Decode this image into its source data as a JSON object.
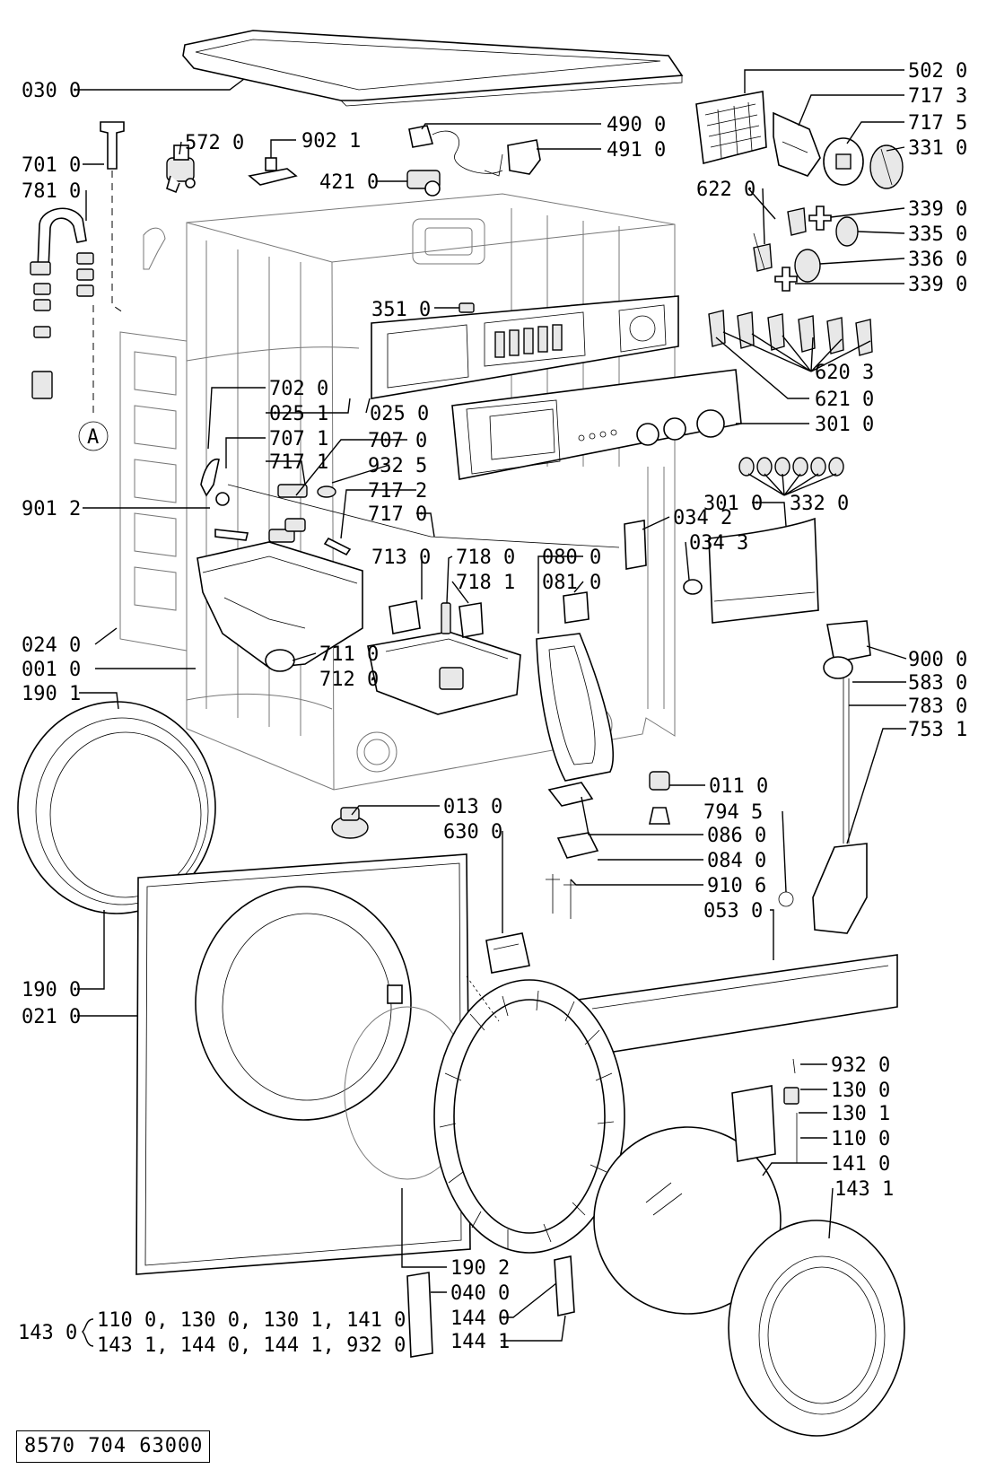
{
  "labels": {
    "l0300": "030 0",
    "l5020": "502 0",
    "l7173": "717 3",
    "l7175": "717 5",
    "l3310": "331 0",
    "l5720": "572 0",
    "l9021": "902 1",
    "l4900": "490 0",
    "l4910": "491 0",
    "l7010": "701 0",
    "l4210": "421 0",
    "l7810": "781 0",
    "l6220": "622 0",
    "l3390a": "339 0",
    "l3350": "335 0",
    "l3360": "336 0",
    "l3390b": "339 0",
    "l3510": "351 0",
    "l6203": "620 3",
    "l6210": "621 0",
    "l7020": "702 0",
    "l0251": "025 1",
    "l0250": "025 0",
    "l3010a": "301 0",
    "l7071": "707 1",
    "l7070": "707 0",
    "l7171": "717 1",
    "l9325": "932 5",
    "l9012": "901 2",
    "l7172": "717 2",
    "l7170": "717 0",
    "l3320": "332 0",
    "l3010b": "301 0",
    "l0342": "034 2",
    "l0343": "034 3",
    "l7130": "713 0",
    "l7180": "718 0",
    "l7181": "718 1",
    "l0800": "080 0",
    "l0810": "081 0",
    "l0240": "024 0",
    "l0010": "001 0",
    "l7110": "711 0",
    "l7120": "712 0",
    "l9000": "900 0",
    "l5830": "583 0",
    "l1901": "190 1",
    "l7830": "783 0",
    "l7531": "753 1",
    "l0110": "011 0",
    "l0130": "013 0",
    "l7945": "794 5",
    "l6300": "630 0",
    "l0860": "086 0",
    "l0840": "084 0",
    "l9106": "910 6",
    "l0530": "053 0",
    "l1900": "190 0",
    "l0210": "021 0",
    "l9320": "932 0",
    "l1300": "130 0",
    "l1301": "130 1",
    "l1100": "110 0",
    "l1410": "141 0",
    "l1431": "143 1",
    "l1902": "190 2",
    "l0400": "040 0",
    "l1440": "144 0",
    "l1441": "144 1",
    "lA": "A",
    "kit_id": "143 0",
    "kit_line1": "110 0,  130 0,  130 1,  141 0",
    "kit_line2": "143 1,  144 0,  144 1,  932 0"
  },
  "footer": {
    "doc_code": "8570 704 63000"
  }
}
